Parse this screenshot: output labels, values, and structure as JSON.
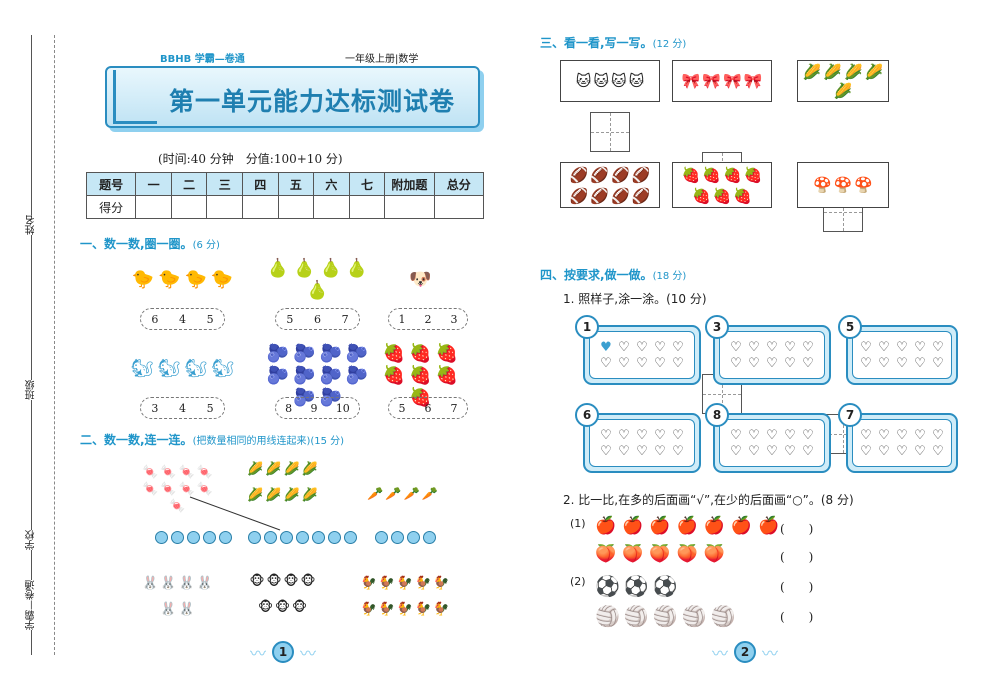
{
  "header": {
    "brand": "BBHB 学霸—卷通",
    "grade": "一年级上册|数学",
    "title": "第一单元能力达标测试卷",
    "time_info": "(时间:40 分钟　分值:100+10 分)"
  },
  "side_labels": {
    "name": "姓名",
    "class": "班级",
    "school": "学校",
    "brand": "学霸—卷通"
  },
  "score_table": {
    "headers": [
      "题号",
      "一",
      "二",
      "三",
      "四",
      "五",
      "六",
      "七",
      "附加题",
      "总分"
    ],
    "row_label": "得分"
  },
  "sections": {
    "s1": {
      "title": "一、数一数,圈一圈。",
      "points": "(6 分)",
      "items": [
        {
          "picture": "duck",
          "count": 4,
          "options": [
            "6",
            "4",
            "5"
          ]
        },
        {
          "picture": "pear",
          "count": 5,
          "options": [
            "5",
            "6",
            "7"
          ]
        },
        {
          "picture": "dog",
          "count": 1,
          "options": [
            "1",
            "2",
            "3"
          ]
        },
        {
          "picture": "squirrel",
          "count": 4,
          "options": [
            "3",
            "4",
            "5"
          ]
        },
        {
          "picture": "grape",
          "count": 10,
          "options": [
            "8",
            "9",
            "10"
          ]
        },
        {
          "picture": "strawberry",
          "count": 7,
          "options": [
            "5",
            "6",
            "7"
          ]
        }
      ]
    },
    "s2": {
      "title": "二、数一数,连一连。",
      "points": "(把数量相同的用线连起来)(15 分)",
      "dot_counts": [
        5,
        7,
        4
      ]
    },
    "s3": {
      "title": "三、看一看,写一写。",
      "points": "(12 分)"
    },
    "s4": {
      "title": "四、按要求,做一做。",
      "points": "(18 分)",
      "q1": {
        "label": "1. 照样子,涂一涂。(10 分)",
        "cards": [
          "1",
          "3",
          "5",
          "6",
          "8",
          "7"
        ]
      },
      "q2": {
        "label": "2. 比一比,在多的后面画“√”,在少的后面画“○”。(8 分)",
        "groups": [
          {
            "num": "(1)",
            "rows": [
              {
                "item": "apple",
                "count": 7
              },
              {
                "item": "peach",
                "count": 5
              }
            ]
          },
          {
            "num": "(2)",
            "rows": [
              {
                "item": "soccer-ball",
                "count": 3
              },
              {
                "item": "volleyball",
                "count": 5
              }
            ]
          }
        ],
        "paren": "(　　)"
      }
    }
  },
  "page_numbers": [
    "1",
    "2"
  ],
  "colors": {
    "accent": "#1f95c9",
    "light": "#cfecf8",
    "fill": "#8fd0ef"
  }
}
